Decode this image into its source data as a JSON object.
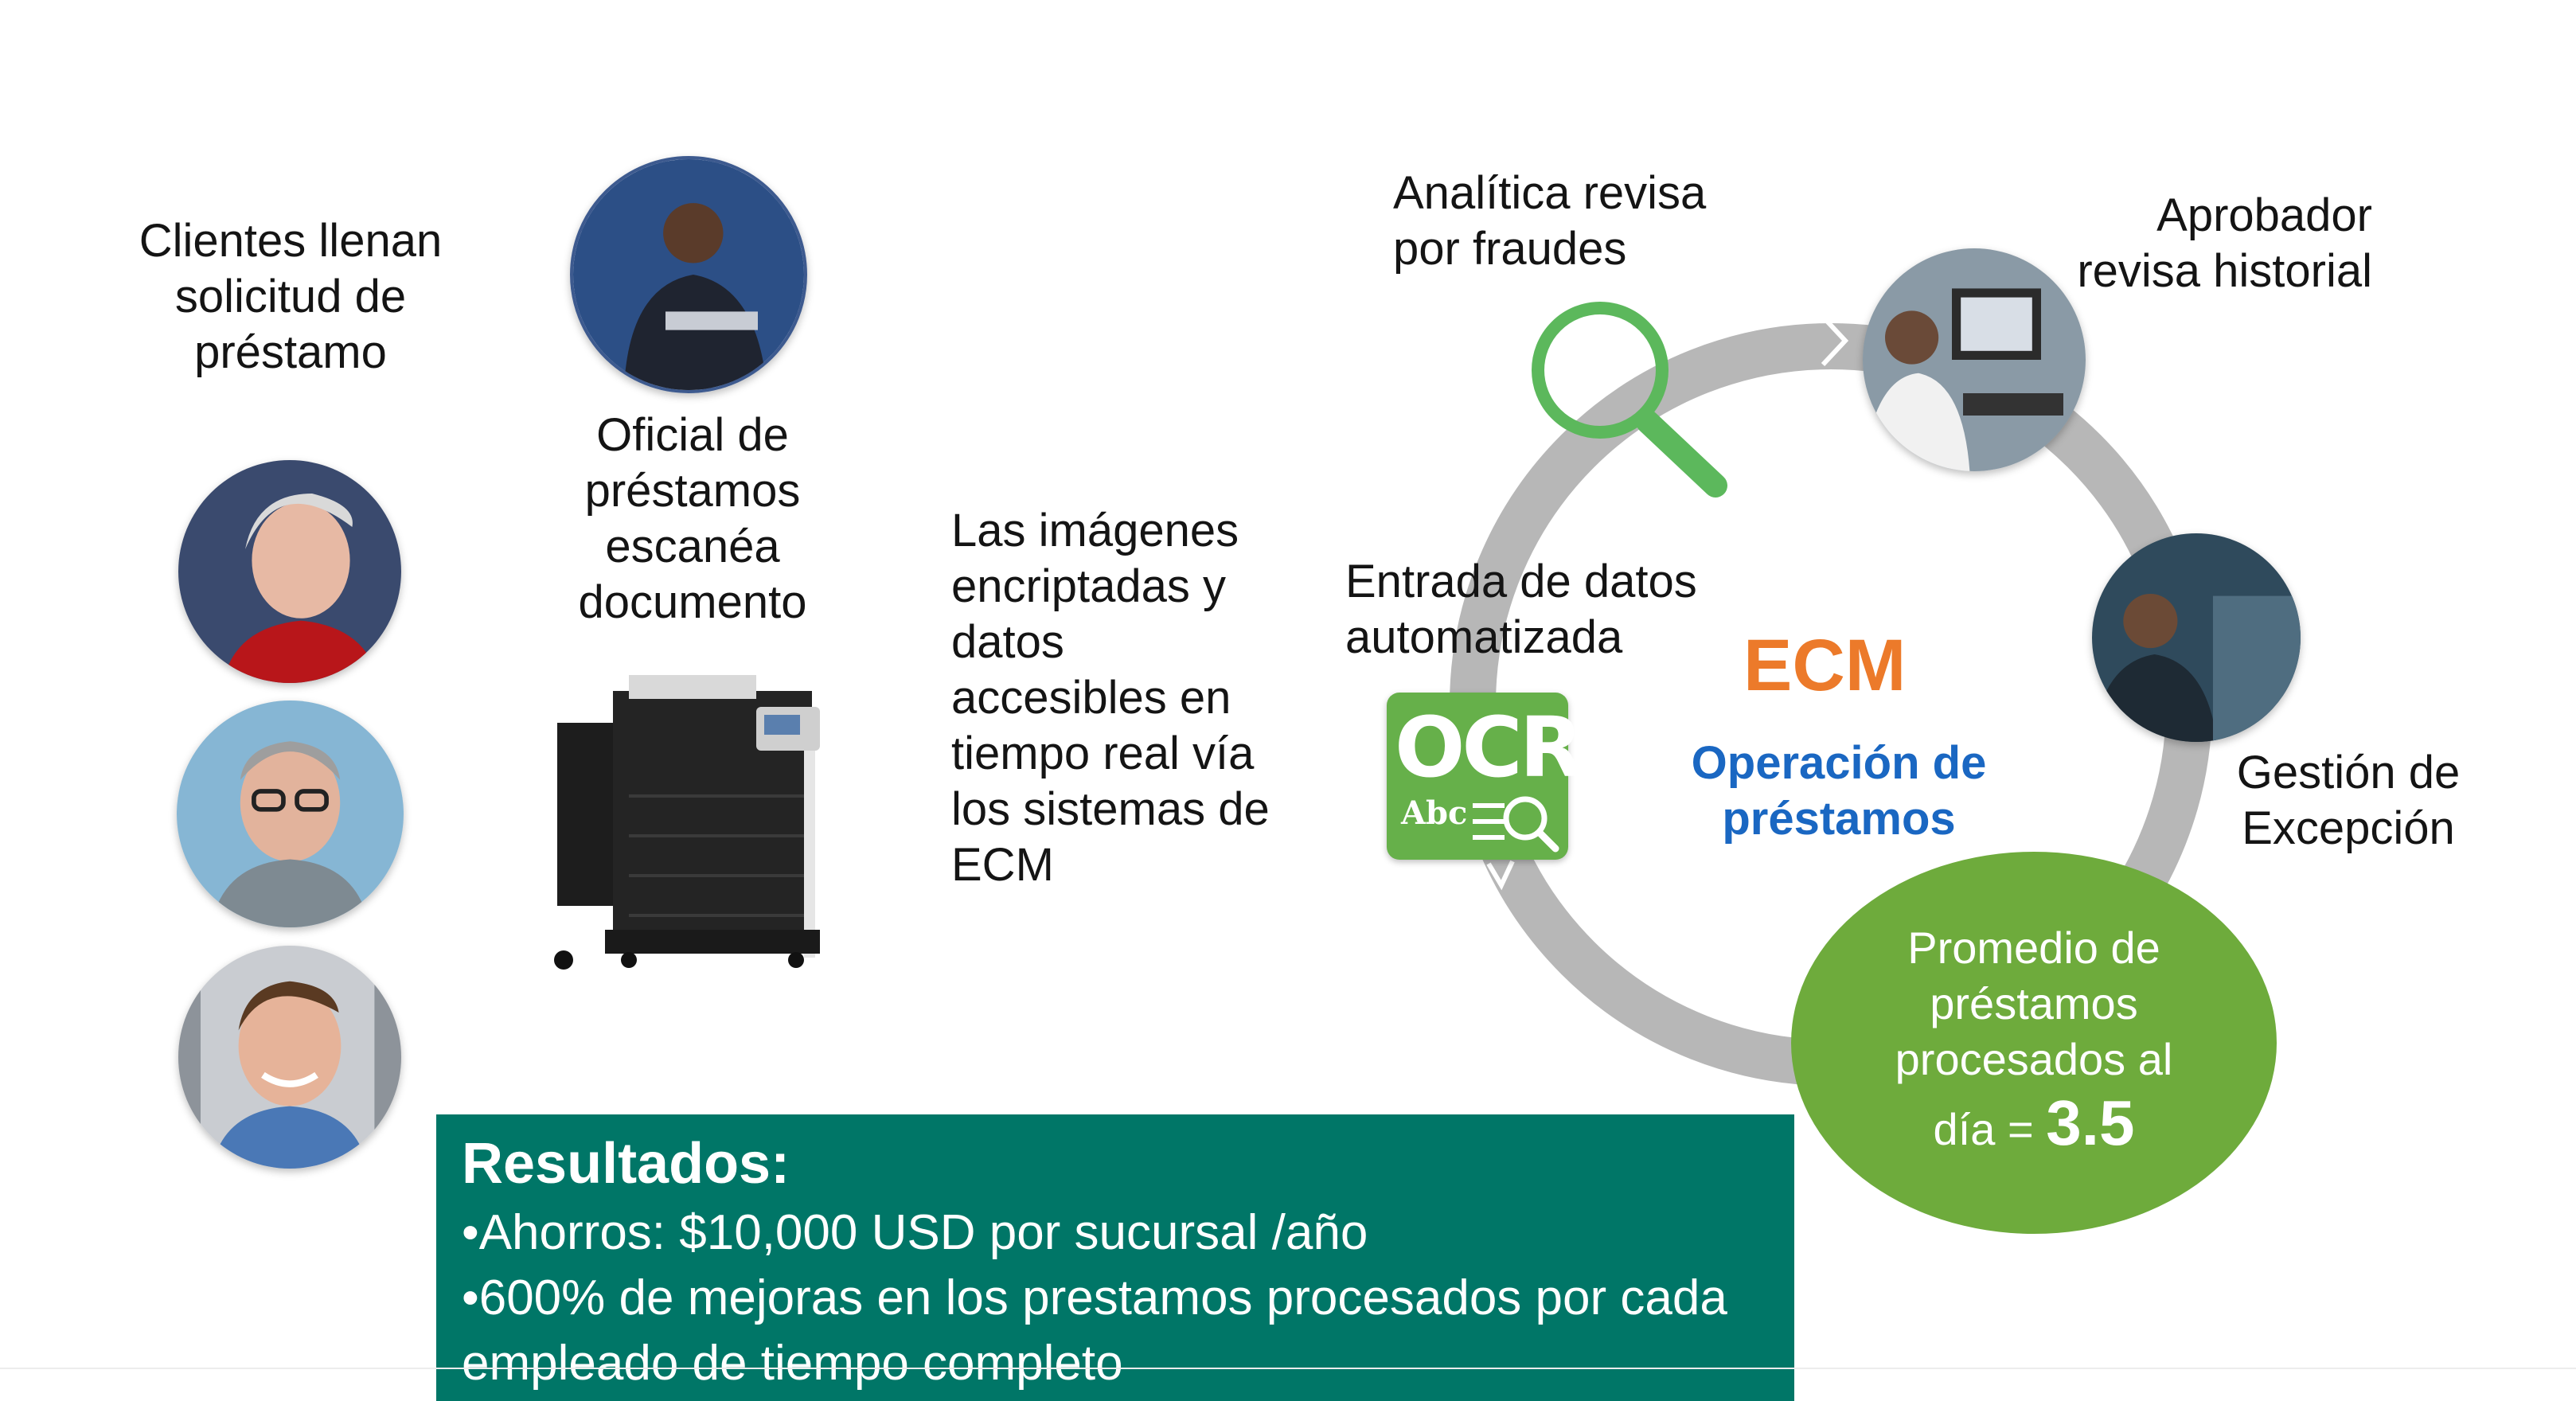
{
  "labels": {
    "clients": "Clientes llenan\nsolicitud de\npréstamo",
    "officer": "Oficial de\npréstamos\nescanéa\ndocumento",
    "images": "Las imágenes\nencriptadas y\ndatos\naccesibles en\ntiempo real vía\nlos sistemas de\nECM",
    "analytics": "Analítica revisa\npor fraudes",
    "approver": "Aprobador\nrevisa historial",
    "data_entry": "Entrada de datos\nautomatizada",
    "exception": "Gestión de\nExcepción"
  },
  "ocr": {
    "main": "OCR",
    "sub": "Abc"
  },
  "ecm": {
    "title": "ECM",
    "subtitle": "Operación de\npréstamos"
  },
  "average": {
    "text": "Promedio de\npréstamos\nprocesados al",
    "last_prefix": "día = ",
    "value": "3.5"
  },
  "results": {
    "title": "Resultados:",
    "items": [
      "•Ahorros: $10,000 USD por sucursal /año",
      "•600% de mejoras en los prestamos procesados por cada empleado de tiempo completo"
    ]
  },
  "colors": {
    "ring": "#b7b7b7",
    "magnifier": "#5cb85c",
    "ocr_bg": "#66b04a",
    "ecm_title": "#ec7a2a",
    "ecm_subtitle": "#1a67c2",
    "average_bubble": "#6eab3c",
    "results_bg": "#007667"
  },
  "icons": [
    "magnifier-icon",
    "ocr-icon",
    "copier-machine",
    "person-photo"
  ]
}
